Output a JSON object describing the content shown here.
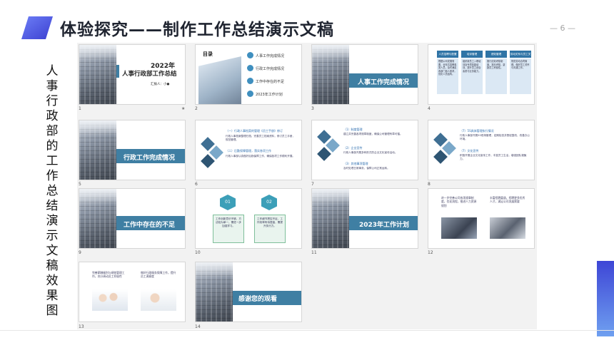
{
  "header": {
    "title": "体验探究——制作工作总结演示文稿",
    "page_number": "— 6 —"
  },
  "side_label": [
    "人",
    "事",
    "行",
    "政",
    "部",
    "的",
    "工",
    "作",
    "总",
    "结",
    "演",
    "示",
    "文",
    "稿",
    "效",
    "果",
    "图"
  ],
  "colors": {
    "accent_teal": "#3f7fa3",
    "title_dark": "#1f2430",
    "deco_blue": "#3e46d6"
  },
  "slides": {
    "s1": {
      "num": "1",
      "star": "★",
      "year": "2022年",
      "title": "人事行政部工作总结",
      "author": "汇报人：小●"
    },
    "s2": {
      "num": "2",
      "toc_label": "目录",
      "items": [
        "人事工作完成情况",
        "行政工作完成情况",
        "工作中存在的不足",
        "2023年工作计划"
      ]
    },
    "s3": {
      "num": "3",
      "banner": "人事工作完成情况"
    },
    "s4": {
      "num": "4",
      "cols": [
        {
          "head": "人员招聘与配置",
          "body": "根据公司发展需要，全年共招聘各类人员，及时满足各部门用人需求，优化人员结构。"
        },
        {
          "head": "培训管理",
          "body": "组织新员工入职培训及专项技能培训，提升员工综合素质与业务能力。"
        },
        {
          "head": "绩效管理",
          "body": "推行绩效考核制度，按月考核，激励员工积极性。"
        },
        {
          "head": "劳动关系与员工关系",
          "body": "规范劳动合同管理，做好员工关怀与沟通工作。"
        }
      ]
    },
    "s5": {
      "num": "5",
      "banner": "行政工作完成情况"
    },
    "s6": {
      "num": "6",
      "h1": "（一）行政人事档案的管理《员工手册》修订",
      "p1": "行政人事档案整理归档，完善员工档案资料，修订员工手册，规范管理。",
      "h2": "（二）后勤保障管理，落实各项工作",
      "p2": "行政人事部认真做好后勤保障工作，确保各项工作顺利开展。"
    },
    "s7": {
      "num": "7",
      "h1": "（1）制度管理",
      "p1": "建立并完善各项规章制度，确保公司管理有章可循。",
      "h2": "（2）企业宣传",
      "p2": "行政人事部开展多种形式的企业文化宣传活动。",
      "h3": "（3）其他事项管理",
      "p3": "及时处理日常事务，保障公司正常运转。"
    },
    "s8": {
      "num": "8",
      "h1": "（7）5S具体管理执行情况",
      "p1": "行政人事部开展5S现场管理，定期检查并督促整改，改善办公环境。",
      "h2": "（7）文化宣传",
      "p2": "积极开展企业文化宣传工作，丰富员工生活，增强团队凝聚力。"
    },
    "s9": {
      "num": "9",
      "banner": "工作中存在的不足"
    },
    "s10": {
      "num": "10",
      "hex1": "01",
      "box1": "工作创新意识不够，方法较为单一，需进一步加强学习。",
      "hex2": "02",
      "box2": "工作细节把控不足，工作效率有待提高，需提升执行力。"
    },
    "s11": {
      "num": "11",
      "banner": "2023年工作计划"
    },
    "s12": {
      "num": "12",
      "t1": "进一步完善公司各项规章制度，优化流程，推进人力资源规划",
      "t2": "丰富招聘渠道，招聘更多优秀人才，满足公司发展需要"
    },
    "s13": {
      "num": "13",
      "t1": "完善薪酬福利与绩效管理工作，充分调动员工积极性",
      "t2": "做好行政服务保障工作，提升员工满意度"
    },
    "s14": {
      "num": "14",
      "thanks": "感谢您的观看"
    }
  }
}
